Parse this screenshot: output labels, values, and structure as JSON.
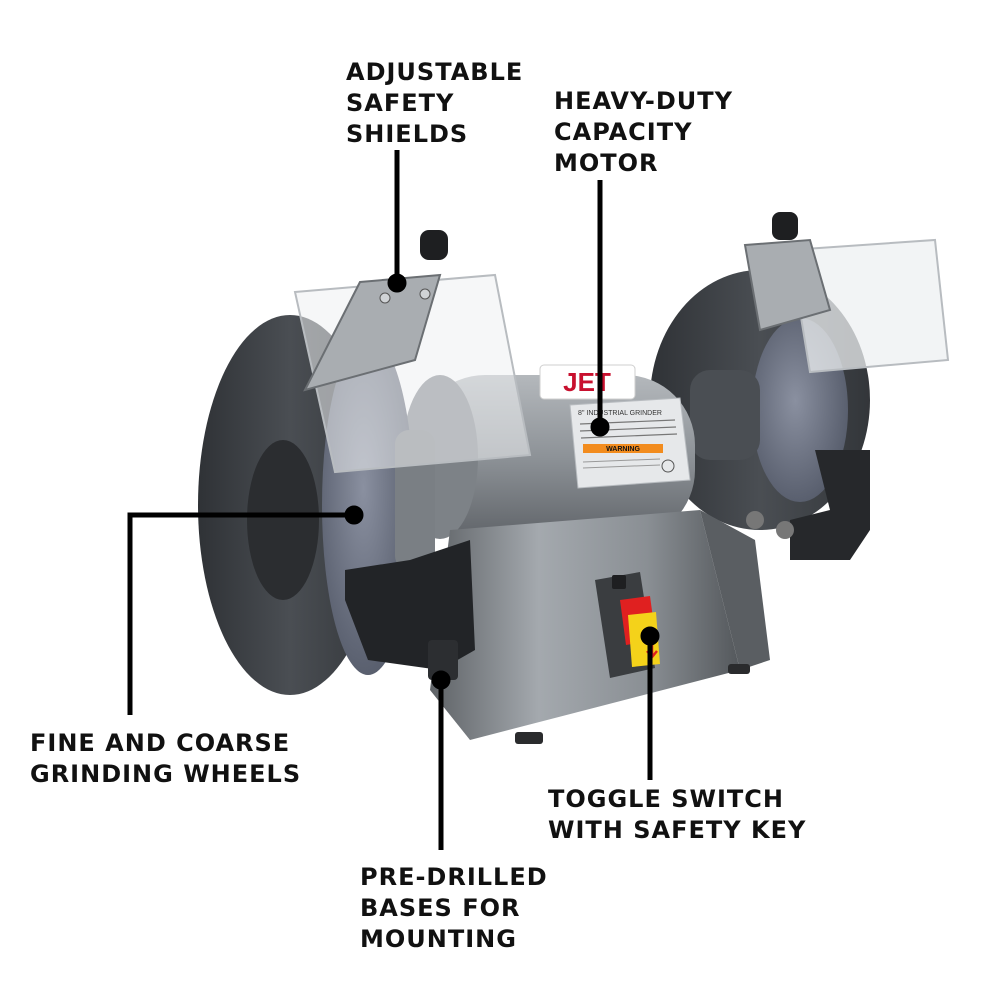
{
  "colors": {
    "background": "#ffffff",
    "leader_line": "#000000",
    "body_gray": "#8f9499",
    "wheel_gray": "#6f7684",
    "guard_dark": "#3d4045",
    "shield_clear": "#eef0f2",
    "switch_red": "#e02020",
    "switch_yellow": "#f4d21a",
    "label_orange": "#f28c1e"
  },
  "machine": {
    "brand": "JET",
    "plate_title": "8\" INDUSTRIAL GRINDER",
    "warning_word": "WARNING"
  },
  "callouts": {
    "shields": [
      "ADJUSTABLE",
      "SAFETY",
      "SHIELDS"
    ],
    "motor": [
      "HEAVY-DUTY",
      "CAPACITY",
      "MOTOR"
    ],
    "wheels": [
      "FINE AND COARSE",
      "GRINDING WHEELS"
    ],
    "switch": [
      "TOGGLE SWITCH",
      "WITH SAFETY KEY"
    ],
    "bases": [
      "PRE-DRILLED",
      "BASES FOR",
      "MOUNTING"
    ]
  }
}
